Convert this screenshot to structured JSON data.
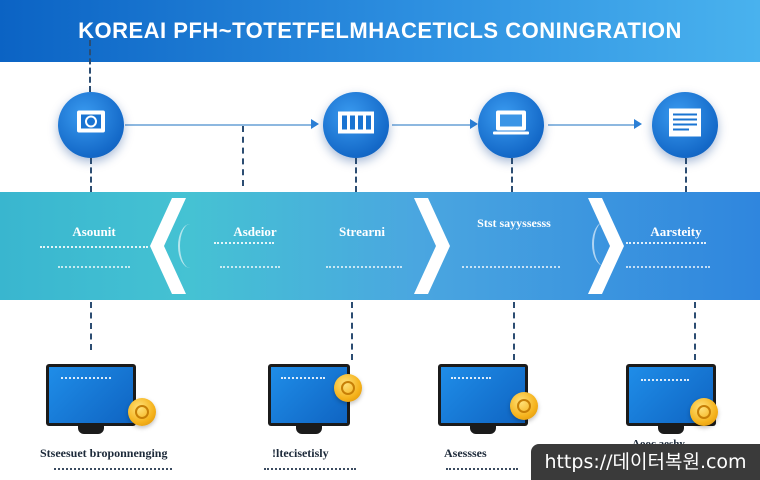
{
  "header": {
    "title": "KOREAI PFH~TOTETFELMHACETICLS CONINGRATION"
  },
  "stages": [
    {
      "label": "Asounit"
    },
    {
      "label": "Asdeior"
    },
    {
      "label": "Strearni"
    },
    {
      "label": "Stst sayyssesss"
    },
    {
      "label": "Aarsteity"
    }
  ],
  "icons": [
    "monitor-icon",
    "building-icon",
    "laptop-icon",
    "document-icon"
  ],
  "bottom": [
    {
      "caption": "Stseesuet broponnenging"
    },
    {
      "caption": "!ltecisetisly"
    },
    {
      "caption": "Asessses"
    },
    {
      "caption": "Aooc aeshy"
    }
  ],
  "watermark": {
    "text": "https://데이터복원.com"
  },
  "colors": {
    "header": "#0b63c4",
    "band_left": "#39b6cf",
    "band_right": "#2f86de",
    "coin": "#f5b21b"
  }
}
